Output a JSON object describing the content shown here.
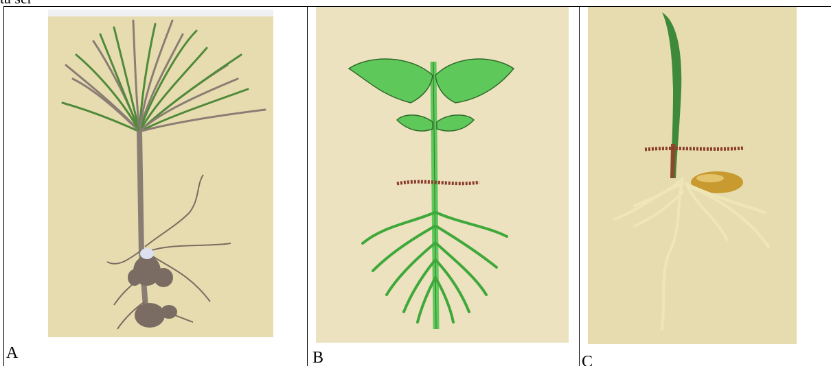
{
  "document": {
    "header_text": "ta ser "
  },
  "figures": [
    {
      "label": "A",
      "description_icon": "pine-seedling-illustration"
    },
    {
      "label": "B",
      "description_icon": "dicot-seedling-illustration"
    },
    {
      "label": "C",
      "description_icon": "monocot-seedling-illustration"
    }
  ],
  "colors": {
    "panel_bg": "#e7dcb0",
    "panel_bg_b": "#ece2bf",
    "stem_grey": "#8a7e74",
    "leaf_green": "#5fc85a",
    "needle_green": "#4f8a3a",
    "soil_brown": "#8a3a2a",
    "seed_gold": "#c89a30",
    "root_cream": "#efe6b8"
  }
}
